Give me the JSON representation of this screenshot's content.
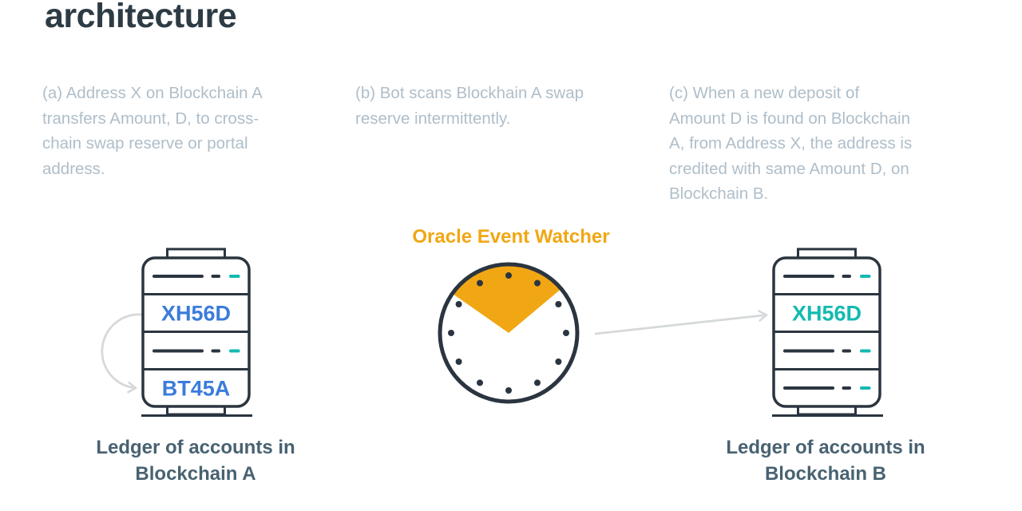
{
  "page": {
    "title": "architecture"
  },
  "steps": [
    {
      "id": "a",
      "text": "(a) Address X on Blockchain A\ntransfers Amount, D, to cross-\nchain swap reserve or portal\naddress."
    },
    {
      "id": "b",
      "text": "(b) Bot scans Blockhain A swap\nreserve intermittently."
    },
    {
      "id": "c",
      "text": "(c) When a new deposit of\nAmount D is found on Blockchain\nA, from Address X, the address is\ncredited with same Amount D, on\nBlockchain B."
    }
  ],
  "oracle": {
    "label": "Oracle Event Watcher",
    "color": "#F1A713"
  },
  "ledger_a": {
    "caption": "Ledger of accounts in\nBlockchain A",
    "addresses": [
      "XH56D",
      "BT45A"
    ],
    "address_color": "#3B7CDB"
  },
  "ledger_b": {
    "caption": "Ledger of accounts in\nBlockchain B",
    "addresses": [
      "XH56D"
    ],
    "address_color": "#13BAB0"
  },
  "colors": {
    "title_text": "#2D3B44",
    "step_text": "#AFBEC9",
    "caption_text": "#486271",
    "icon_outline": "#2B3540",
    "teal_accent": "#13BAB0",
    "arrow_gray": "#D6D9DB",
    "background": "#FFFFFF"
  }
}
